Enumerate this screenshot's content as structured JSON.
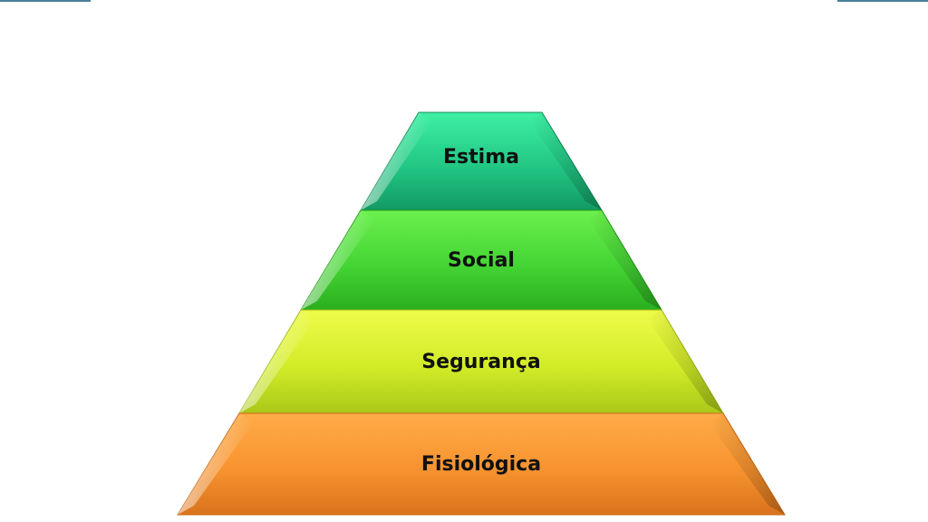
{
  "levels": [
    {
      "label": "Estima",
      "color": "#2ecf8c"
    },
    {
      "label": "Social",
      "color": "#4fd63a"
    },
    {
      "label": "Segurança",
      "color": "#d4ee2c"
    },
    {
      "label": "Fisiológica",
      "color": "#f59a35"
    }
  ],
  "top_corner_line_color": "#4a7f9a"
}
